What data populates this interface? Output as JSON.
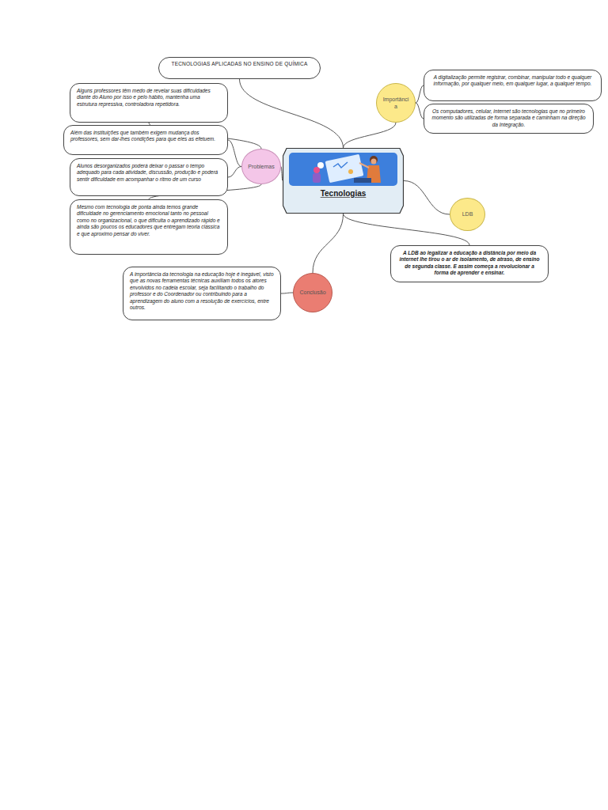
{
  "diagram": {
    "nodes": [
      {
        "text": [
          "TECNOLOGIAS APLICADAS NO ENSINO DE QUÍMICA"
        ]
      },
      {
        "text": [
          "Importância"
        ]
      },
      {
        "text": [
          "A digitalização permite registrar, combinar, manipular todo e qualquer informação, por qualquer meio, em qualquer lugar, a qualquer tempo."
        ]
      },
      {
        "text": [
          "Os computadores, celular, internet são tecnologias que no primeiro momento são utilizadas de forma separada e caminham na direção da Integração."
        ]
      },
      {
        "text": [
          "Alguns professores têm medo de revelar suas dificuldades diante do Aluno por isso e pelo hábito, mantenha uma estrutura repressiva, controladora repetidora."
        ]
      },
      {
        "text": [
          "Além das instituições que também exigem mudança dos professores, sem dar-lhes condições para que eles as efetuem."
        ]
      },
      {
        "text": [
          "Problemas"
        ]
      },
      {
        "text": [
          "Tecnologias"
        ]
      },
      {
        "text": [
          "LDB"
        ]
      },
      {
        "text": [
          "Alunos desorganizados poderá deixar o passar o tempo adequado para cada atividade, discussão, produção e poderá sentir dificuldade em acompanhar o ritmo de um curso"
        ]
      },
      {
        "text": [
          "Mesmo com tecnologia de ponta ainda temos grande dificuldade no gerenciamento emocional tanto no pessoal como no organizacional, o que dificulta o aprendizado rápido e ainda são poucos os educadores que entregam teoria clássica e que aproximo pensar do viver."
        ]
      },
      {
        "text": [
          "A LDB ao legalizar a educação a distância por meio da internet lhe tirou o ar de isolamento, de atraso, de ensino de segunda classe. E assim começa a revolucionar a forma de aprender e ensinar."
        ]
      },
      {
        "text": [
          "A importância da tecnologia na educação hoje é inegável, visto que as novas ferramentas técnicas auxiliam todos os atores envolvidos no cadeia escolar, seja facilitando o trabalho do professor e do Coordenador ou contribuindo para a aprendizagem do aluno com a resolução de exercícios, entre outros."
        ]
      },
      {
        "text": [
          "Conclusão"
        ]
      }
    ],
    "edges": [
      {
        "from": 7,
        "to": 0,
        "arrow": "none"
      },
      {
        "from": 7,
        "to": 1,
        "arrow": "none"
      },
      {
        "from": 1,
        "to": 2,
        "arrow": "none"
      },
      {
        "from": 1,
        "to": 3,
        "arrow": "none"
      },
      {
        "from": 7,
        "to": 6,
        "arrow": "none"
      },
      {
        "from": 6,
        "to": 4,
        "arrow": "none"
      },
      {
        "from": 6,
        "to": 5,
        "arrow": "none"
      },
      {
        "from": 6,
        "to": 9,
        "arrow": "none"
      },
      {
        "from": 6,
        "to": 10,
        "arrow": "none"
      },
      {
        "from": 7,
        "to": 8,
        "arrow": "none"
      },
      {
        "from": 7,
        "to": 11,
        "arrow": "none"
      },
      {
        "from": 7,
        "to": 13,
        "arrow": "none"
      },
      {
        "from": 13,
        "to": 12,
        "arrow": "none"
      }
    ]
  }
}
